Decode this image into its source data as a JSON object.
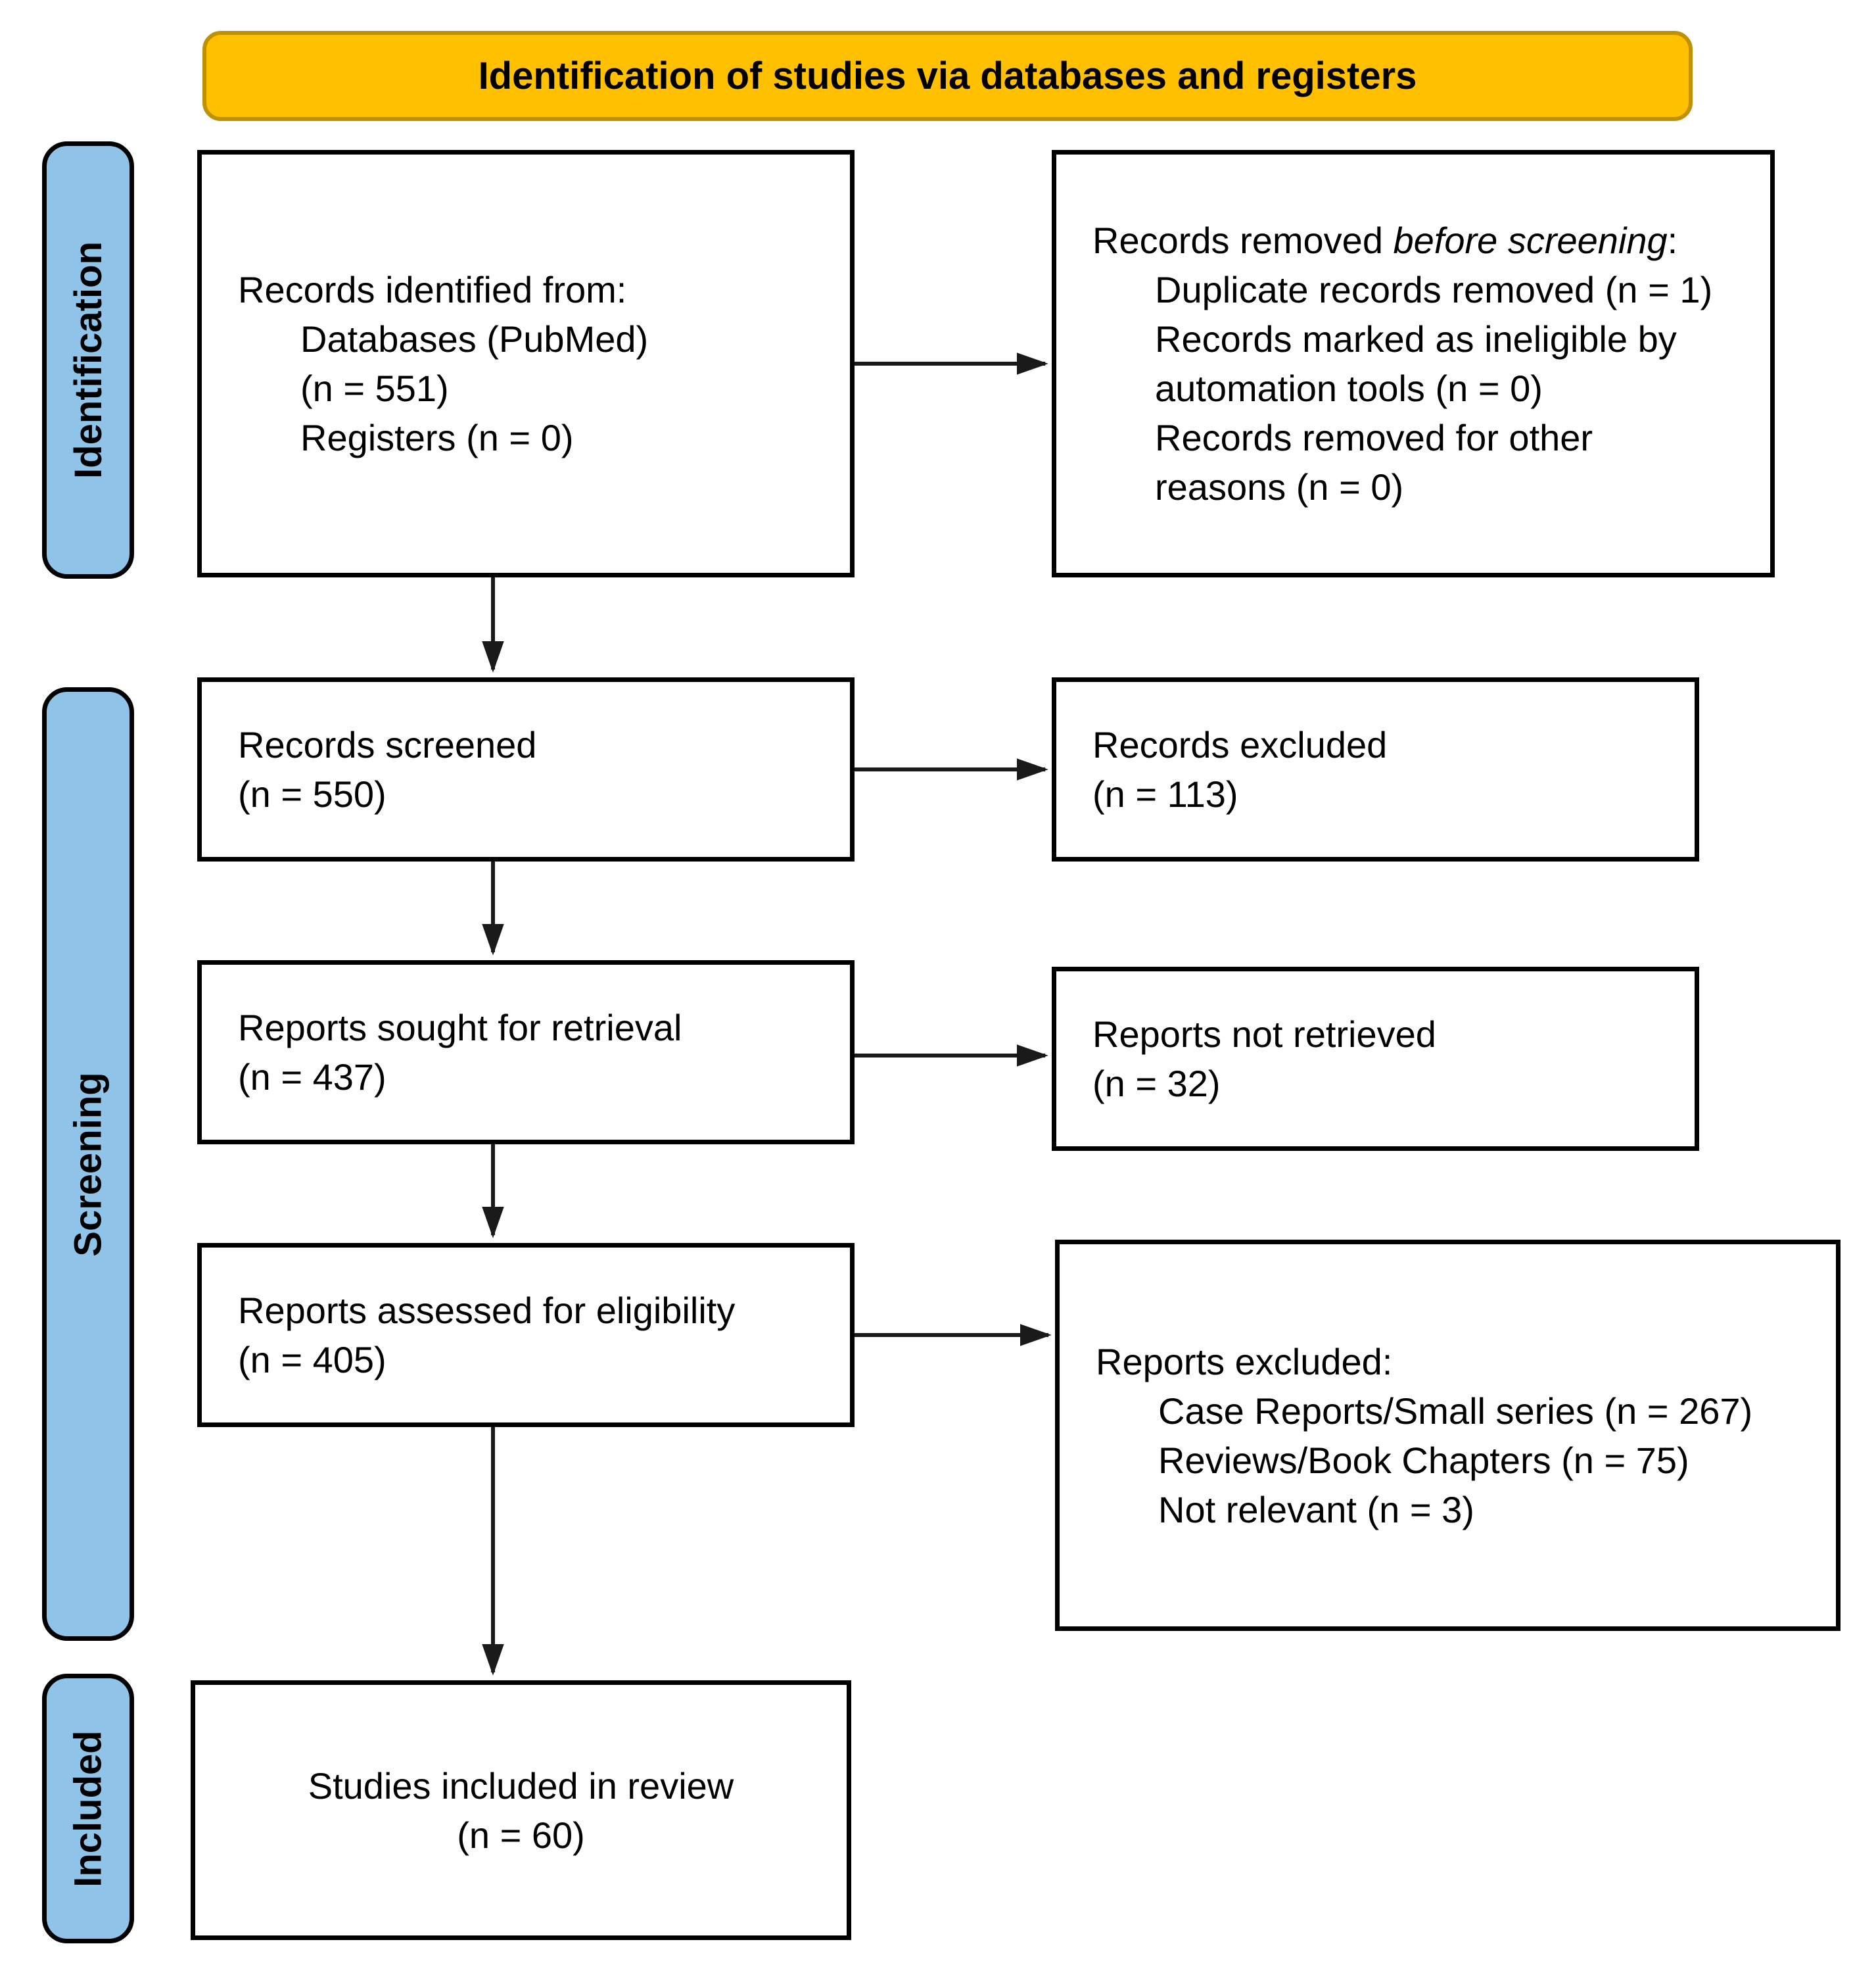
{
  "banner": {
    "title": "Identification of studies via databases and registers"
  },
  "stages": {
    "identification": "Identification",
    "screening": "Screening",
    "included": "Included"
  },
  "boxes": {
    "records_identified": {
      "lines": [
        "Records identified from:",
        "Databases (PubMed)",
        "(n = 551)",
        "Registers (n = 0)"
      ]
    },
    "records_removed": {
      "title_prefix": "Records removed ",
      "title_italic": "before screening",
      "title_suffix": ":",
      "lines": [
        "Duplicate records removed (n = 1)",
        "Records marked as ineligible by",
        "automation tools (n = 0)",
        "Records removed for other",
        "reasons (n = 0)"
      ]
    },
    "records_screened": {
      "lines": [
        "Records screened",
        "(n = 550)"
      ]
    },
    "records_excluded": {
      "lines": [
        "Records excluded",
        "(n = 113)"
      ]
    },
    "reports_sought": {
      "lines": [
        "Reports sought for retrieval",
        "(n = 437)"
      ]
    },
    "reports_not_retrieved": {
      "lines": [
        "Reports not retrieved",
        "(n = 32)"
      ]
    },
    "reports_assessed": {
      "lines": [
        "Reports assessed for eligibility",
        "(n = 405)"
      ]
    },
    "reports_excluded": {
      "lines": [
        "Reports excluded:",
        "Case Reports/Small series (n = 267)",
        "Reviews/Book Chapters (n = 75)",
        "Not relevant (n = 3)"
      ]
    },
    "studies_included": {
      "lines": [
        "Studies included in review",
        "(n = 60)"
      ]
    }
  },
  "colors": {
    "banner-fill": "#FFC000",
    "banner-border": "#BF9000",
    "stage-fill": "#8FC4E8",
    "box-border": "#000000",
    "arrow-color": "#1a1a1a",
    "text-color": "#000000"
  }
}
